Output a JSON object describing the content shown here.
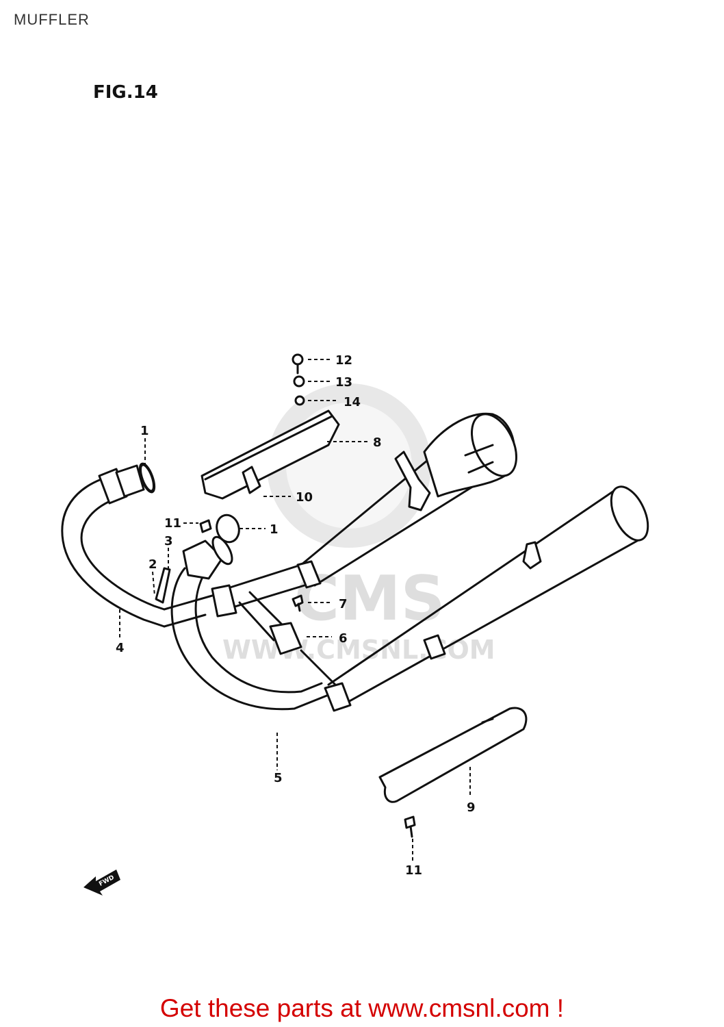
{
  "page_title": "MUFFLER",
  "figure_label": "FIG.14",
  "footer_link_text": "Get these parts at www.cmsnl.com !",
  "watermark": {
    "logo_text": "CMS",
    "url_text": "WWW.CMSNL.COM",
    "color": "#d6d6d6"
  },
  "colors": {
    "footer": "#d40000",
    "lines": "#111111"
  },
  "callouts": [
    {
      "id": "c1a",
      "label": "1"
    },
    {
      "id": "c1b",
      "label": "1"
    },
    {
      "id": "c2",
      "label": "2"
    },
    {
      "id": "c3",
      "label": "3"
    },
    {
      "id": "c4",
      "label": "4"
    },
    {
      "id": "c5",
      "label": "5"
    },
    {
      "id": "c6",
      "label": "6"
    },
    {
      "id": "c7",
      "label": "7"
    },
    {
      "id": "c8",
      "label": "8"
    },
    {
      "id": "c9",
      "label": "9"
    },
    {
      "id": "c10",
      "label": "10"
    },
    {
      "id": "c11a",
      "label": "11"
    },
    {
      "id": "c11b",
      "label": "11"
    },
    {
      "id": "c12",
      "label": "12"
    },
    {
      "id": "c13",
      "label": "13"
    },
    {
      "id": "c14",
      "label": "14"
    }
  ],
  "fwd_arrow_label": "FWD"
}
